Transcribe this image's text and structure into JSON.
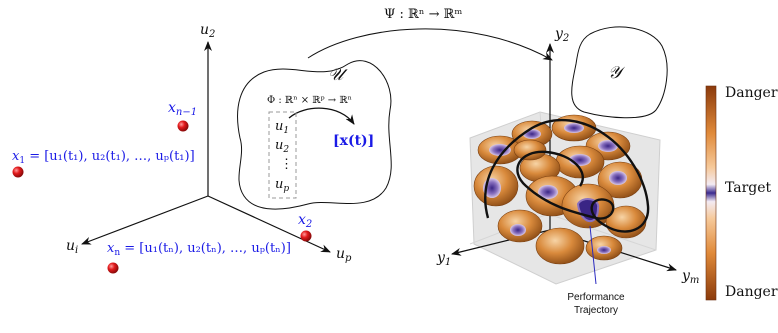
{
  "left_axes": {
    "u2_label": "u",
    "u2_sub": "2",
    "ui_label": "u",
    "ui_sub": "i",
    "up_label": "u",
    "up_sub": "p"
  },
  "points": {
    "x_n_minus_1": "x",
    "x_n_minus_1_sub": "n−1",
    "x1_label": "x",
    "x1_sub": "1",
    "x1_expr": " = [u₁(t₁), u₂(t₁), …, uₚ(t₁)]",
    "x2_label": "x",
    "x2_sub": "2",
    "xn_label": "x",
    "xn_sub": "n",
    "xn_expr": " = [u₁(tₙ), u₂(tₙ), …, uₚ(tₙ)]",
    "point_color": "#e31a1c"
  },
  "domain_u": {
    "symbol": "𝒰",
    "phi_map": "Φ : ℝⁿ × ℝᵖ → ℝⁿ",
    "vector_u1": "u",
    "vector_u1_sub": "1",
    "vector_u2": "u",
    "vector_u2_sub": "2",
    "vector_dots": "⋮",
    "vector_up": "u",
    "vector_up_sub": "p",
    "x_of_t": "[x(t)]"
  },
  "psi_map": "Ψ : ℝⁿ → ℝᵐ",
  "domain_y": {
    "symbol": "𝒴"
  },
  "right_axes": {
    "y2_label": "y",
    "y2_sub": "2",
    "y1_label": "y",
    "y1_sub": "1",
    "ym_label": "y",
    "ym_sub": "m"
  },
  "trajectory_caption_line1": "Performance",
  "trajectory_caption_line2": "Trajectory",
  "colorbar": {
    "top": "Danger",
    "middle": "Target",
    "bottom": "Danger",
    "danger_color": "#8b3a0b",
    "mid_color": "#f6c99a",
    "target_color": "#3b2a8f"
  }
}
